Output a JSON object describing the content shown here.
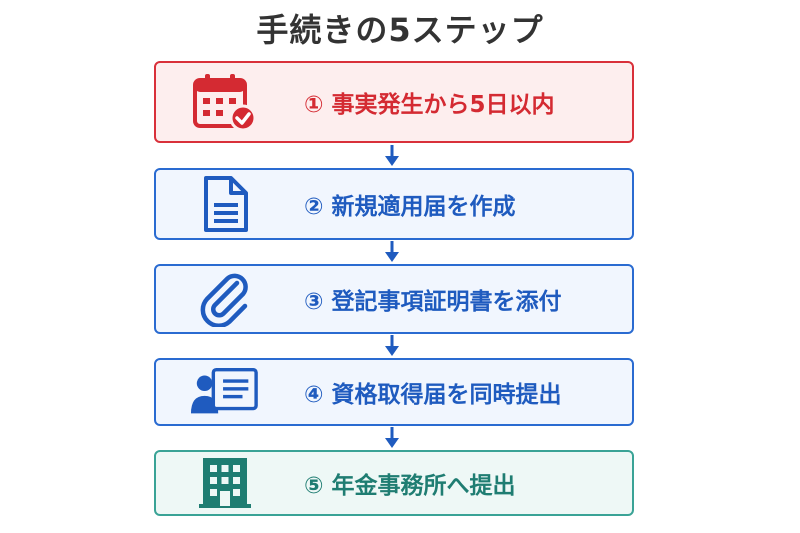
{
  "title": "手続きの5ステップ",
  "steps": [
    {
      "label": "① 事実発生から5日以内",
      "icon": "calendar-check-icon"
    },
    {
      "label": "② 新規適用届を作成",
      "icon": "document-icon"
    },
    {
      "label": "③ 登記事項証明書を添付",
      "icon": "paperclip-icon"
    },
    {
      "label": "④ 資格取得届を同時提出",
      "icon": "person-form-icon"
    },
    {
      "label": "⑤ 年金事務所へ提出",
      "icon": "office-building-icon"
    }
  ],
  "colors": {
    "title": "#333333",
    "step1_border": "#d9303a",
    "step1_fill": "#fdeeee",
    "step1_text": "#d42a32",
    "blue_border": "#2a6bd1",
    "blue_fill": "#f1f6fe",
    "blue_text": "#1f5bbf",
    "green_border": "#3aa396",
    "green_fill": "#eef8f6",
    "green_text": "#1f7d72",
    "arrow": "#1f5bbf"
  }
}
